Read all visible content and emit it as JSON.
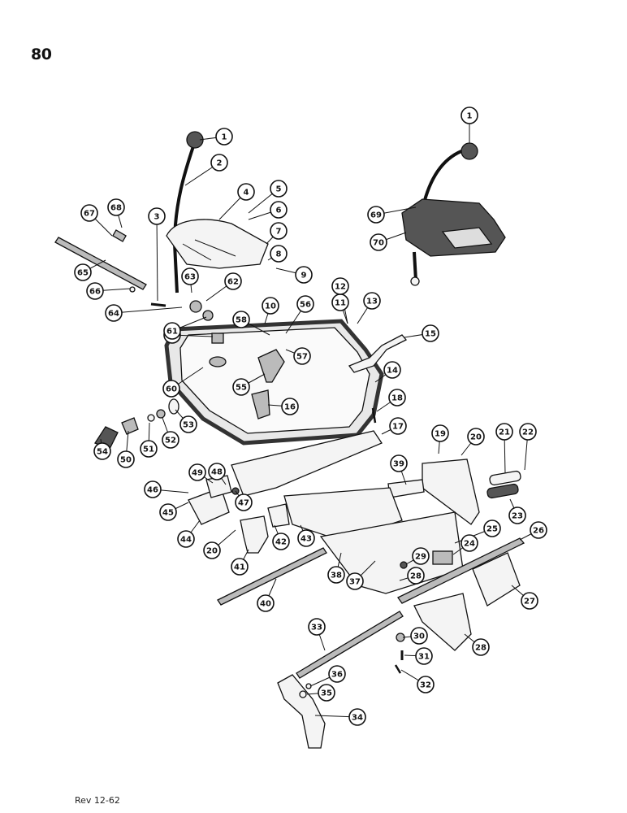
{
  "page": {
    "page_number": "80",
    "footer": "Rev 12-62"
  },
  "callouts": [
    {
      "num": "1"
    },
    {
      "num": "2"
    },
    {
      "num": "3"
    },
    {
      "num": "4"
    },
    {
      "num": "5"
    },
    {
      "num": "6"
    },
    {
      "num": "7"
    },
    {
      "num": "8"
    },
    {
      "num": "9"
    },
    {
      "num": "10"
    },
    {
      "num": "11"
    },
    {
      "num": "12"
    },
    {
      "num": "13"
    },
    {
      "num": "14"
    },
    {
      "num": "15"
    },
    {
      "num": "16"
    },
    {
      "num": "17"
    },
    {
      "num": "18"
    },
    {
      "num": "19"
    },
    {
      "num": "20"
    },
    {
      "num": "21"
    },
    {
      "num": "22"
    },
    {
      "num": "23"
    },
    {
      "num": "24"
    },
    {
      "num": "25"
    },
    {
      "num": "26"
    },
    {
      "num": "27"
    },
    {
      "num": "28"
    },
    {
      "num": "29"
    },
    {
      "num": "28"
    },
    {
      "num": "30"
    },
    {
      "num": "31"
    },
    {
      "num": "32"
    },
    {
      "num": "33"
    },
    {
      "num": "34"
    },
    {
      "num": "35"
    },
    {
      "num": "36"
    },
    {
      "num": "37"
    },
    {
      "num": "38"
    },
    {
      "num": "39"
    },
    {
      "num": "40"
    },
    {
      "num": "41"
    },
    {
      "num": "42"
    },
    {
      "num": "43"
    },
    {
      "num": "20"
    },
    {
      "num": "44"
    },
    {
      "num": "45"
    },
    {
      "num": "46"
    },
    {
      "num": "47"
    },
    {
      "num": "48"
    },
    {
      "num": "49"
    },
    {
      "num": "50"
    },
    {
      "num": "51"
    },
    {
      "num": "52"
    },
    {
      "num": "53"
    },
    {
      "num": "54"
    },
    {
      "num": "55"
    },
    {
      "num": "56"
    },
    {
      "num": "57"
    },
    {
      "num": "58"
    },
    {
      "num": "59"
    },
    {
      "num": "60"
    },
    {
      "num": "61"
    },
    {
      "num": "62"
    },
    {
      "num": "63"
    },
    {
      "num": "64"
    },
    {
      "num": "65"
    },
    {
      "num": "66"
    },
    {
      "num": "67"
    },
    {
      "num": "68"
    },
    {
      "num": "69"
    },
    {
      "num": "70"
    },
    {
      "num": "1"
    }
  ]
}
